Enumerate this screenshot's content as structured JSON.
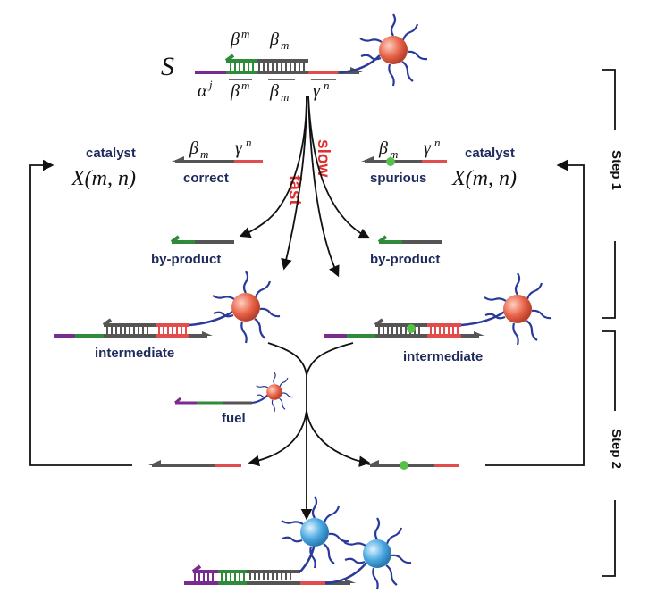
{
  "labels": {
    "S": "S",
    "beta_m_sup": "β",
    "m_sup": "m",
    "beta_m_sub": "β",
    "m_sub": "m",
    "alpha_j": "α",
    "j": "j",
    "bar_beta_m_sup": "β",
    "bar_beta_m_sub": "β",
    "gamma_n_bar": "γ",
    "n": "n",
    "catalyst": "catalyst",
    "X_mn": "X(m, n)",
    "correct": "correct",
    "spurious": "spurious",
    "fast": "fast",
    "slow": "slow",
    "by_product": "by-product",
    "intermediate": "intermediate",
    "fuel": "fuel",
    "step1": "Step 1",
    "step2": "Step 2",
    "beta": "β",
    "gamma": "γ"
  },
  "colors": {
    "purple": "#7a2b8f",
    "green": "#2e8b3a",
    "gray": "#555555",
    "red": "#e34c4c",
    "navy": "#1f2a5c",
    "wavy": "#2a3a9a",
    "orange_ball": "#e8644a",
    "blue_ball": "#4aa8e0",
    "dot": "#55c04a"
  },
  "icons": [
    "orange-nanoparticle-icon",
    "blue-nanoparticle-icon",
    "spurious-mismatch-dot-icon"
  ]
}
